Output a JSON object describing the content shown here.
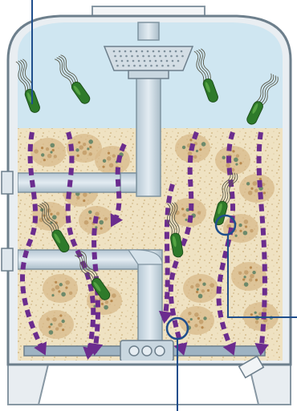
{
  "diagram": {
    "kind": "filter-tank-cross-section",
    "labels": [],
    "bacteria_count": 8,
    "flow_arrow_count": 8,
    "colors": {
      "water": "#cfe6f1",
      "sand": "#eadbb9",
      "gravel": "#d8b98a",
      "pipe": "#c7d7e1",
      "tank_outline": "#6d7f8c",
      "flow_arrows": "#6b2c8e",
      "bacteria": "#2e7a2a",
      "callout_lines": "#1f4e8c",
      "tank_fill": "#e9eef2"
    }
  }
}
